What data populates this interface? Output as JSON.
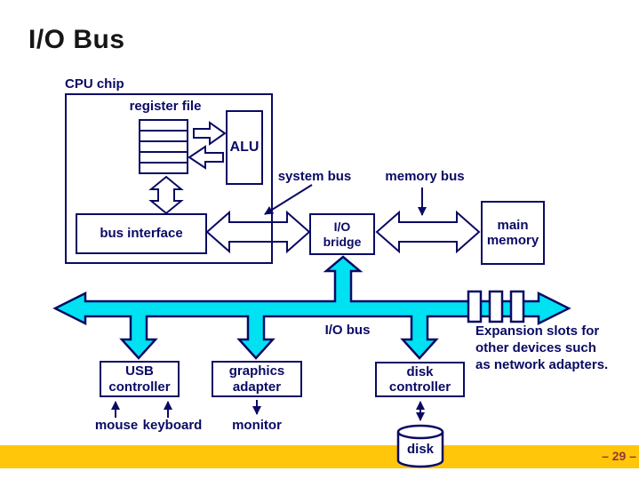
{
  "slide": {
    "title": "I/O Bus",
    "page_number": "– 29 –"
  },
  "cpu": {
    "chip_label": "CPU chip",
    "register_file_label": "register file",
    "alu_label": "ALU",
    "bus_interface_label": "bus interface"
  },
  "buses": {
    "system_bus_label": "system bus",
    "memory_bus_label": "memory bus",
    "io_bus_label": "I/O bus"
  },
  "nodes": {
    "io_bridge": "I/O\nbridge",
    "main_memory": "main\nmemory",
    "usb_controller": "USB\ncontroller",
    "graphics_adapter": "graphics\nadapter",
    "disk_controller": "disk\ncontroller"
  },
  "peripherals": {
    "mouse": "mouse",
    "keyboard": "keyboard",
    "monitor": "monitor",
    "disk": "disk"
  },
  "annotation": {
    "expansion_note": "Expansion slots for\nother devices such\nas network adapters."
  },
  "colors": {
    "line_navy": "#0a0a64",
    "bus_cyan": "#00e1f2",
    "footer_yellow": "#ffc60a",
    "page_number_red": "#963634",
    "title_black": "#161616"
  }
}
